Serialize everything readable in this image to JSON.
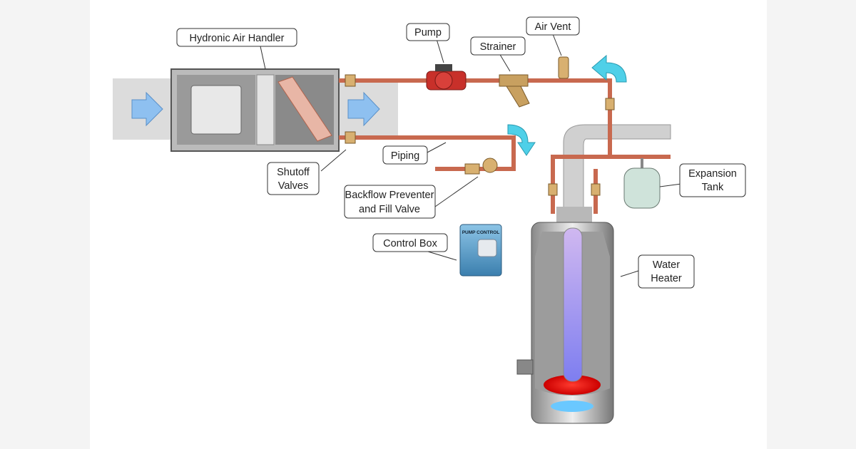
{
  "labels": {
    "air_handler": "Hydronic Air Handler",
    "pump": "Pump",
    "strainer": "Strainer",
    "air_vent": "Air Vent",
    "piping": "Piping",
    "shutoff_1": "Shutoff",
    "shutoff_2": "Valves",
    "backflow_1": "Backflow Preventer",
    "backflow_2": "and Fill Valve",
    "expansion_1": "Expansion",
    "expansion_2": "Tank",
    "control_box": "Control Box",
    "water_heater_1": "Water",
    "water_heater_2": "Heater"
  },
  "control_box_panel": "PUMP CONTROL",
  "colors": {
    "pipe": "#c8694f",
    "arrow": "#4fd0e8",
    "air_arrow": "#8ec0f0",
    "duct": "#d8d8d8"
  }
}
